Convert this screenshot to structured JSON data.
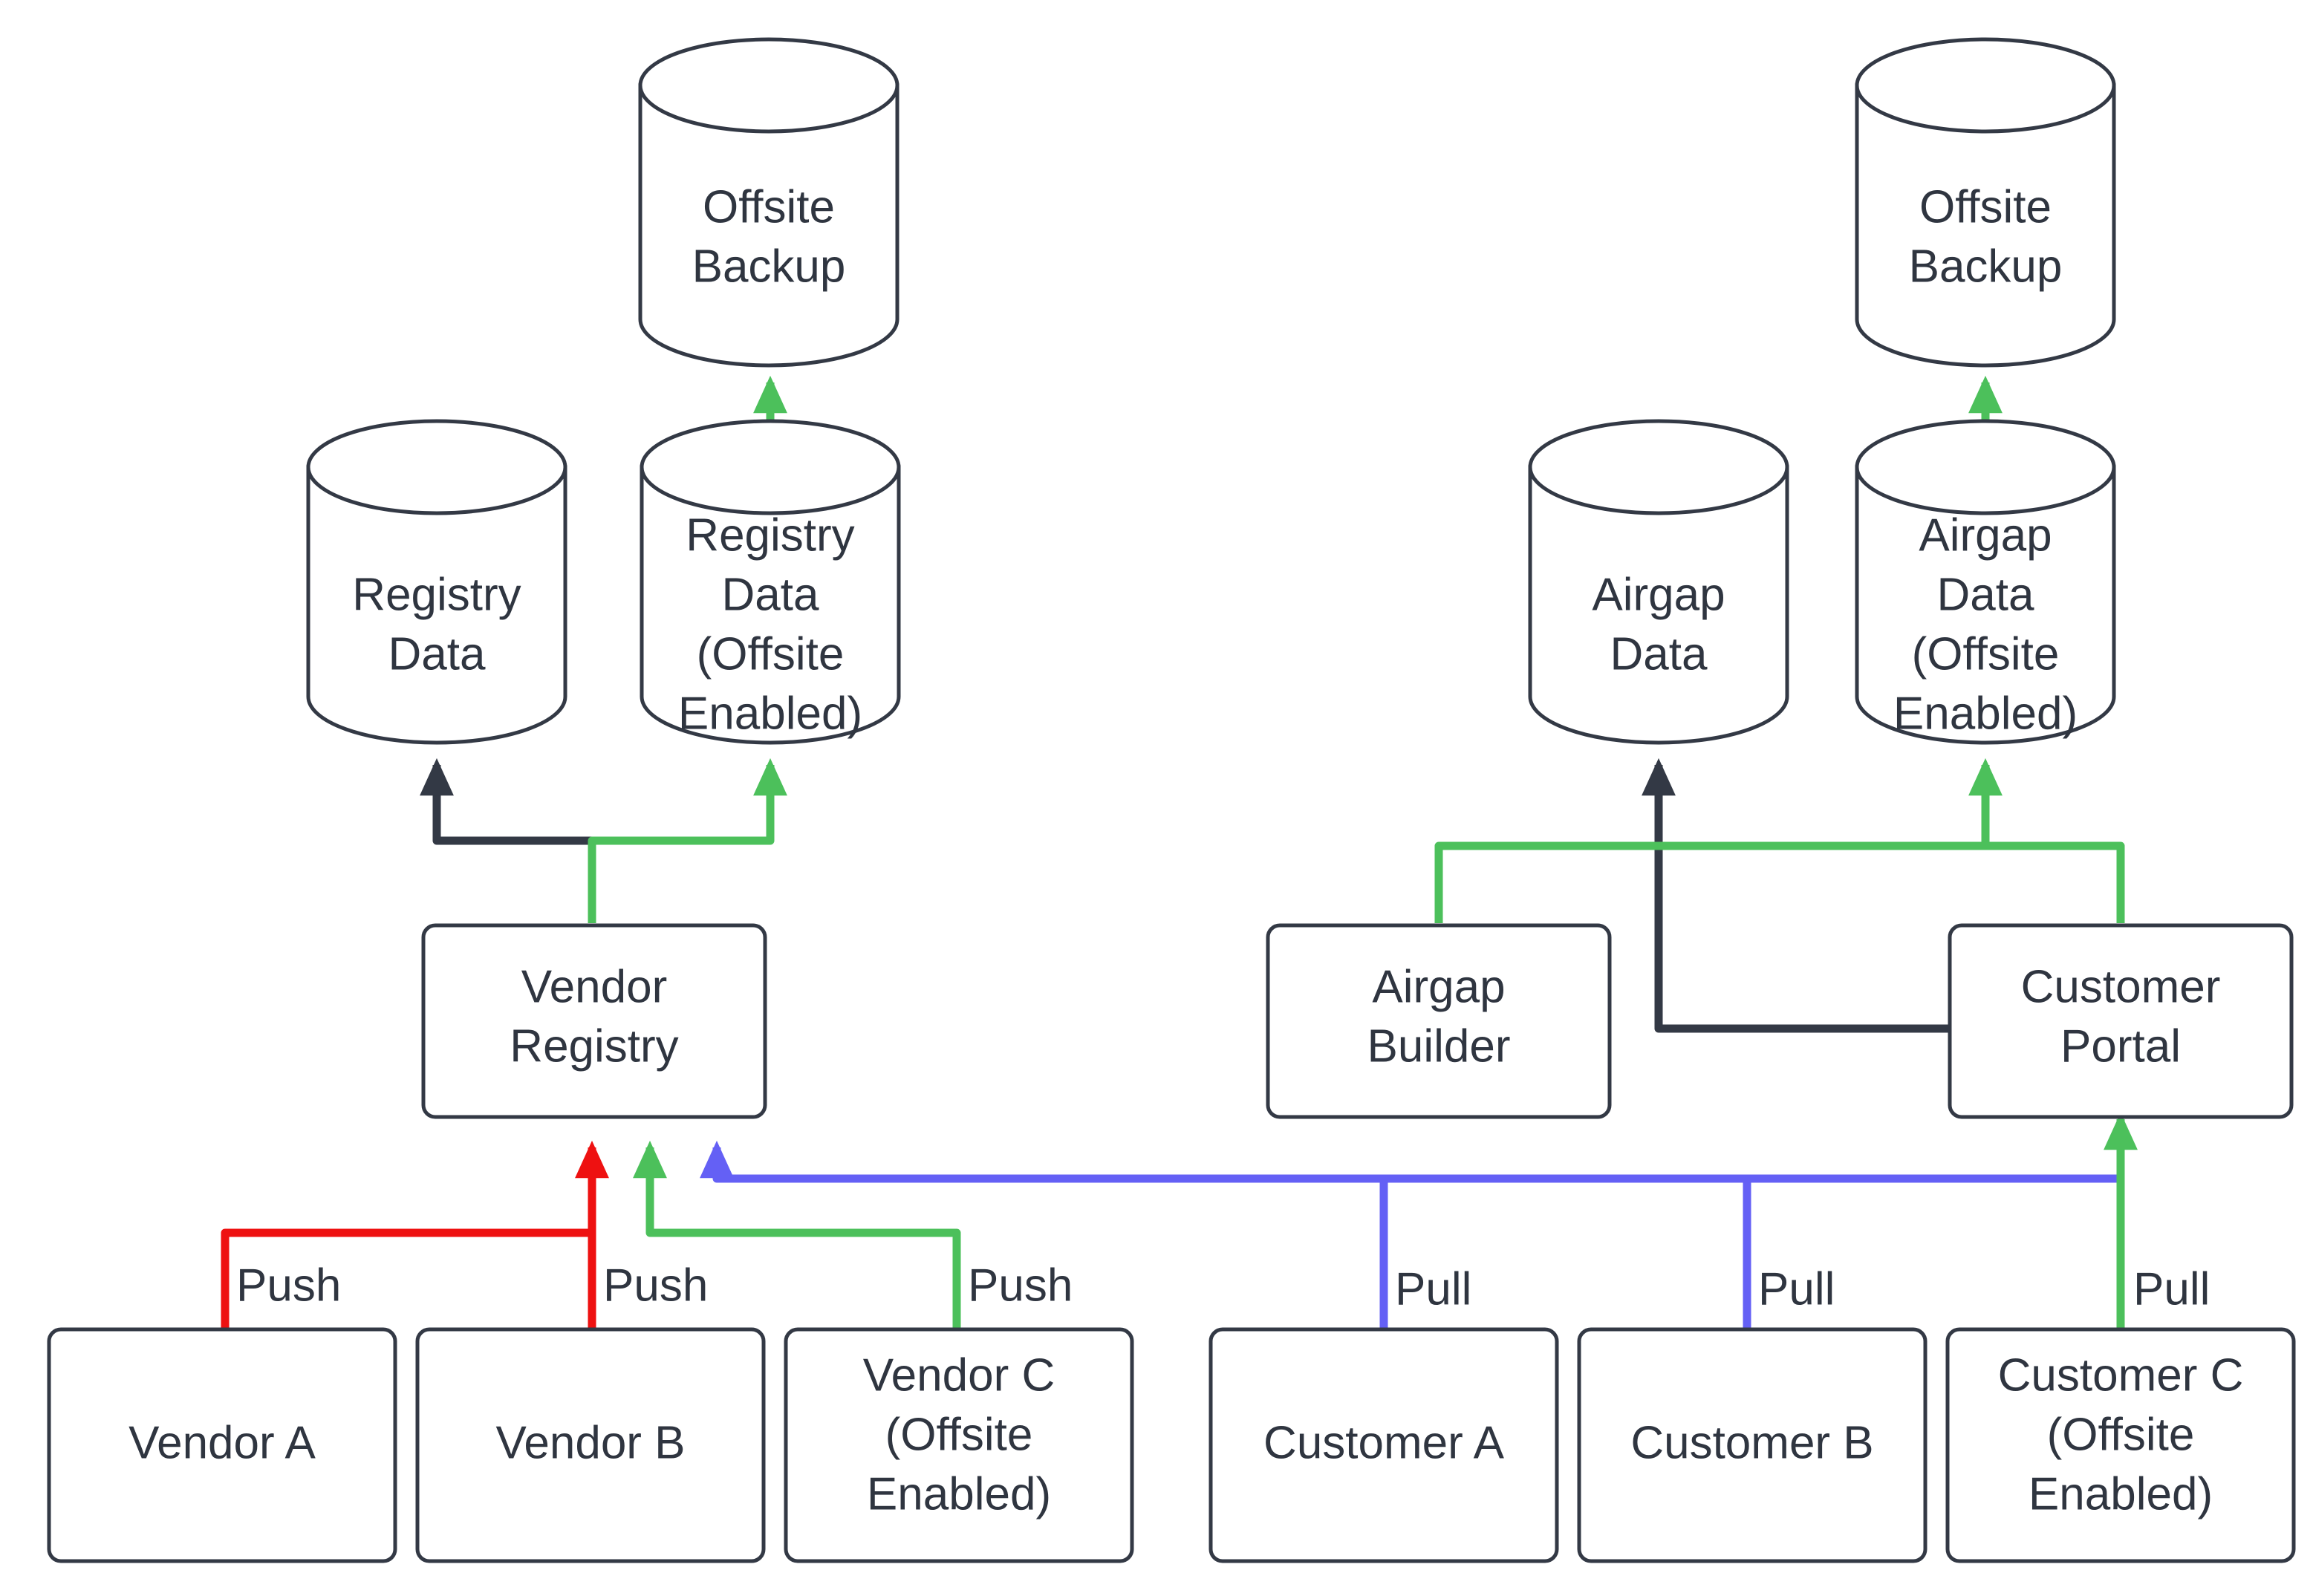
{
  "diagram": {
    "title": "Vendor and Customer Registry / Airgap Data Flow",
    "background": "#ffffff",
    "colors": {
      "node_stroke": "#333945",
      "node_fill": "#ffffff",
      "text": "#2f3540",
      "edge_dark": "#333945",
      "edge_green": "#4CC05B",
      "edge_red": "#EE1111",
      "edge_blue": "#6460F5"
    },
    "nodes": {
      "offsite_backup_left": {
        "label_line1": "Offsite",
        "label_line2": "Backup",
        "shape": "cylinder"
      },
      "offsite_backup_right": {
        "label_line1": "Offsite",
        "label_line2": "Backup",
        "shape": "cylinder"
      },
      "registry_data": {
        "label_line1": "Registry",
        "label_line2": "Data",
        "shape": "cylinder"
      },
      "registry_data_offsite": {
        "label_line1": "Registry",
        "label_line2": "Data",
        "label_line3": "(Offsite",
        "label_line4": "Enabled)",
        "shape": "cylinder"
      },
      "airgap_data": {
        "label_line1": "Airgap",
        "label_line2": "Data",
        "shape": "cylinder"
      },
      "airgap_data_offsite": {
        "label_line1": "Airgap",
        "label_line2": "Data",
        "label_line3": "(Offsite",
        "label_line4": "Enabled)",
        "shape": "cylinder"
      },
      "vendor_registry": {
        "label_line1": "Vendor",
        "label_line2": "Registry",
        "shape": "rounded-rect"
      },
      "airgap_builder": {
        "label_line1": "Airgap",
        "label_line2": "Builder",
        "shape": "rounded-rect"
      },
      "customer_portal": {
        "label_line1": "Customer",
        "label_line2": "Portal",
        "shape": "rounded-rect"
      },
      "vendor_a": {
        "label_line1": "Vendor A",
        "shape": "rounded-rect"
      },
      "vendor_b": {
        "label_line1": "Vendor B",
        "shape": "rounded-rect"
      },
      "vendor_c": {
        "label_line1": "Vendor C",
        "label_line2": "(Offsite",
        "label_line3": "Enabled)",
        "shape": "rounded-rect"
      },
      "customer_a": {
        "label_line1": "Customer A",
        "shape": "rounded-rect"
      },
      "customer_b": {
        "label_line1": "Customer B",
        "shape": "rounded-rect"
      },
      "customer_c": {
        "label_line1": "Customer C",
        "label_line2": "(Offsite",
        "label_line3": "Enabled)",
        "shape": "rounded-rect"
      }
    },
    "edge_labels": {
      "vendor_a_push": "Push",
      "vendor_b_push": "Push",
      "vendor_c_push": "Push",
      "customer_a_pull": "Pull",
      "customer_b_pull": "Pull",
      "customer_c_pull": "Pull"
    },
    "edges": [
      {
        "from": "vendor_a",
        "to": "vendor_registry",
        "label": "Push",
        "color": "#EE1111"
      },
      {
        "from": "vendor_b",
        "to": "vendor_registry",
        "label": "Push",
        "color": "#EE1111"
      },
      {
        "from": "vendor_c",
        "to": "vendor_registry",
        "label": "Push",
        "color": "#4CC05B"
      },
      {
        "from": "customer_a",
        "to": "vendor_registry",
        "label": "Pull",
        "color": "#6460F5"
      },
      {
        "from": "customer_b",
        "to": "vendor_registry",
        "label": "Pull",
        "color": "#6460F5"
      },
      {
        "from": "customer_c",
        "to": "customer_portal",
        "label": "Pull",
        "color": "#4CC05B"
      },
      {
        "from": "vendor_registry",
        "to": "registry_data",
        "label": "",
        "color": "#333945"
      },
      {
        "from": "vendor_registry",
        "to": "registry_data_offsite",
        "label": "",
        "color": "#4CC05B"
      },
      {
        "from": "registry_data_offsite",
        "to": "offsite_backup_left",
        "label": "",
        "color": "#4CC05B"
      },
      {
        "from": "customer_portal",
        "to": "airgap_data",
        "label": "",
        "color": "#333945"
      },
      {
        "from": "airgap_builder",
        "to": "airgap_data_offsite",
        "label": "",
        "color": "#4CC05B"
      },
      {
        "from": "customer_portal",
        "to": "airgap_data_offsite",
        "label": "",
        "color": "#4CC05B"
      },
      {
        "from": "airgap_data_offsite",
        "to": "offsite_backup_right",
        "label": "",
        "color": "#4CC05B"
      }
    ]
  }
}
